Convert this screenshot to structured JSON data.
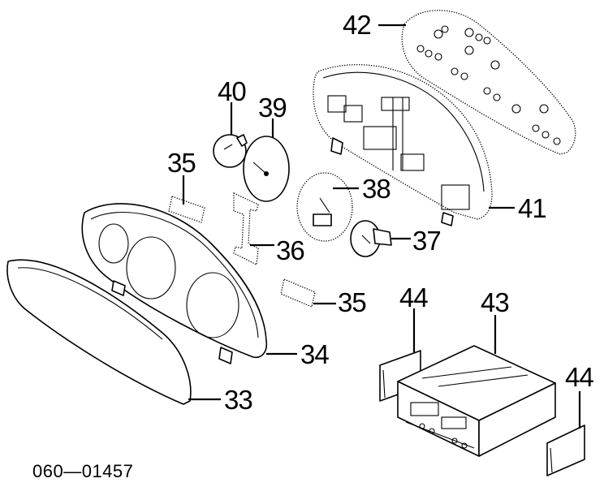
{
  "diagram": {
    "part_labels": {
      "p42": "42",
      "p40": "40",
      "p39": "39",
      "p35a": "35",
      "p38": "38",
      "p41": "41",
      "p36": "36",
      "p37": "37",
      "p35b": "35",
      "p44a": "44",
      "p43": "43",
      "p34": "34",
      "p44b": "44",
      "p33": "33"
    },
    "drawing_code": "060—01457"
  }
}
